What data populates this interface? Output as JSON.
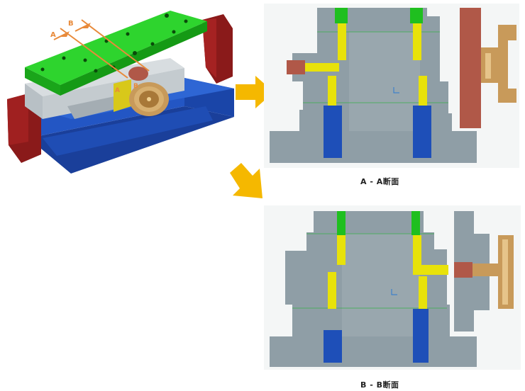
{
  "figure": {
    "iso_labels": {
      "a_top": "A",
      "b_top": "B",
      "a_small": "A",
      "b_small": "B"
    },
    "captions": {
      "section_a": "A - A断面",
      "section_b": "B - B断面"
    },
    "colors": {
      "mold_green": "#1fbf1f",
      "dark_blue": "#1e4fb8",
      "gray_body": "#8f9ea6",
      "yellow_channel": "#e8e20a",
      "red_block": "#8a1a1a",
      "brass": "#c89a5a",
      "copper": "#b05848",
      "orange_arrow": "#f5b800",
      "section_line": "#e88a3a"
    }
  }
}
